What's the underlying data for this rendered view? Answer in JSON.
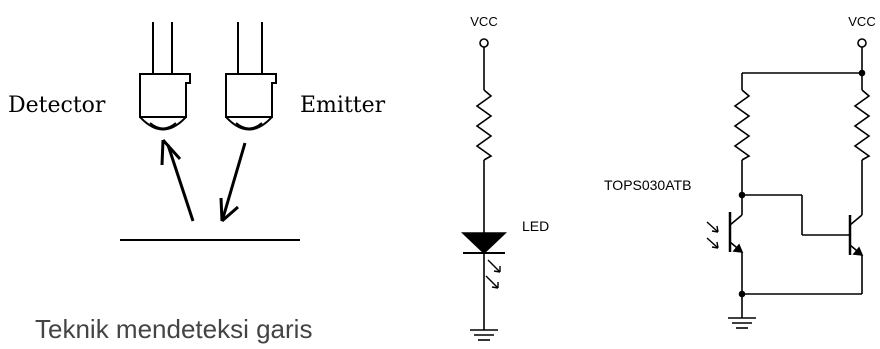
{
  "left_panel": {
    "detector_label": "Detector",
    "emitter_label": "Emitter",
    "caption": "Teknik mendeteksi garis"
  },
  "led_circuit": {
    "vcc_label": "VCC",
    "led_label": "LED"
  },
  "transistor_circuit": {
    "vcc_label": "VCC",
    "part_label": "TOPS030ATB"
  },
  "colors": {
    "ink": "#000000",
    "caption": "#444444"
  }
}
